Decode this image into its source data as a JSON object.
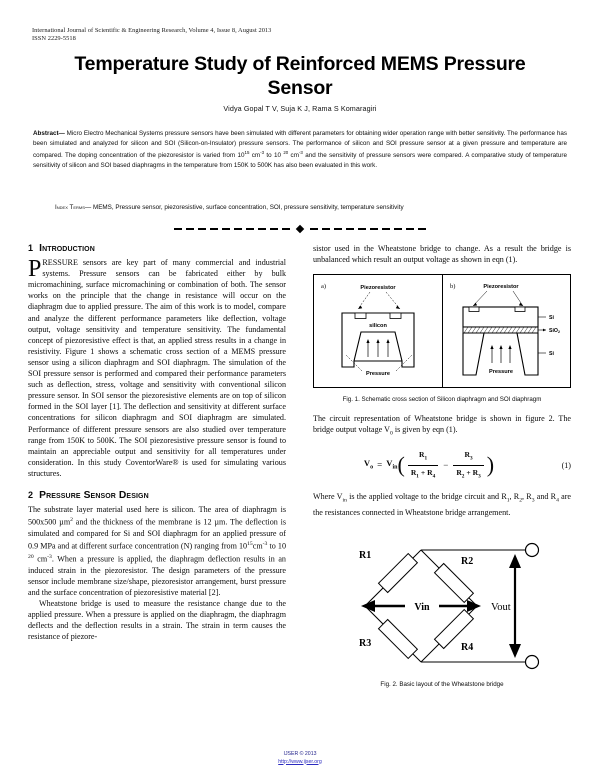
{
  "header": {
    "journal_line": "International Journal of Scientific & Engineering Research, Volume 4, Issue 8, August 2013",
    "issn": "ISSN 2229-5518"
  },
  "title": {
    "text": "Temperature Study of Reinforced MEMS Pressure Sensor",
    "authors": "Vidya Gopal T V, Suja K J, Rama S Komaragiri"
  },
  "abstract": {
    "label": "Abstract—",
    "text": " Micro Electro Mechanical Systems pressure sensors have been simulated with different parameters for obtaining wider operation range with better sensitivity. The performance has been simulated and analyzed for silicon and SOI (Silicon-on-Insulator) pressure sensors. The performance of silicon and SOI pressure sensor at a given pressure and temperature are compared. The doping concentration of the piezoresistor is varied from 10",
    "exp1": "15",
    "mid1": " cm",
    "exp2": "-3",
    "mid2": " to 10 ",
    "exp3": "20",
    "mid3": " cm",
    "exp4": "-3",
    "tail": " and the sensitivity of pressure sensors were compared. A comparative study of temperature sensitivity of silicon and SOI based diaphragms in the temperature from 150K to 500K has also been evaluated in this work."
  },
  "index_terms": {
    "label": "Index Terms—",
    "text": " MEMS, Pressure sensor, piezoresistive, surface concentration, SOI, pressure sensitivity, temperature sensitivity"
  },
  "sections": {
    "intro": {
      "number": "1",
      "title": "Introduction",
      "dropcap": "P",
      "lead": "RESSURE",
      "p1": " sensors are key part of many commercial and industrial systems. Pressure sensors can be fabricated either by bulk micromachining, surface micromachining or combination of both. The sensor works on the principle that the change in resistance will occur on the diaphragm due to applied pressure. The aim of this work is to model, compare and analyze the different performance parameters like deflection, voltage output, voltage sensitivity and temperature sensitivity. The fundamental concept of piezoresistive effect is that, an applied stress results in a change in resistivity. Figure 1 shows a schematic cross section of a MEMS pressure sensor using a silicon diaphragm and SOI diaphragm. The simulation of the SOI pressure sensor is performed and compared their performance parameters such as deflection, stress, voltage and sensitivity with conventional silicon pressure sensor. In SOI sensor the piezoresistive elements are on top of silicon formed in the SOI layer [1]. The deflection and sensitivity at different surface concentrations for silicon diaphragm and SOI diaphragm are simulated. Performance of different pressure sensors are also studied over temperature range from 150K to 500K. The SOI piezoresistive pressure sensor is found to maintain an appreciable output and sensitivity for all temperatures under consideration. In this study CoventorWare® is used for simulating various structures."
    },
    "design": {
      "number": "2",
      "title": "Pressure Sensor Design",
      "p1_a": "The substrate layer material used here is silicon. The area of diaphragm is 500x500 µm",
      "p1_sup1": "2",
      "p1_b": " and the thickness of the membrane is 12 µm. The deflection is simulated and compared for Si and SOI diaphragm for an applied pressure of 0.9 MPa and at different surface concentration (N) ranging from 10",
      "p1_sup2": "15",
      "p1_c": "cm",
      "p1_sup3": "-3",
      "p1_d": " to 10 ",
      "p1_sup4": "20",
      "p1_e": " cm",
      "p1_sup5": "-3",
      "p1_f": ". When a pressure is applied, the diaphragm deflection results in an induced strain in the piezoresistor. The design parameters of the pressure sensor include membrane size/shape, piezoresistor arrangement, burst pressure and the surface concentration of piezoresistive material [2].",
      "p2": "Wheatstone bridge is used to measure the resistance change due to the applied pressure. When a pressure is applied on the diaphragm, the diaphragm deflects and the deflection results in a strain. The strain in term causes the resistance of piezore-"
    }
  },
  "right_column": {
    "continuation": "sistor used in the Wheatstone bridge to change. As a result the bridge is unbalanced which result an output voltage as shown in eqn (1).",
    "after_fig1": "The circuit representation of Wheatstone bridge is shown in figure 2. The bridge output voltage V",
    "after_fig1_sub": "0",
    "after_fig1_tail": " is given by eqn (1).",
    "after_eqn_a": "Where V",
    "after_eqn_sub1": "in",
    "after_eqn_b": " is the applied voltage to the bridge circuit and R",
    "after_eqn_sub2": "1",
    "after_eqn_c": ", R",
    "after_eqn_sub3": "2",
    "after_eqn_d": ", R",
    "after_eqn_sub4": "3",
    "after_eqn_e": " and R",
    "after_eqn_sub5": "4",
    "after_eqn_f": " are the resistances connected in Wheatstone bridge arrangement."
  },
  "equation": {
    "lhs_v": "V",
    "lhs_sub": "o",
    "equals": "=",
    "rhs_v": "V",
    "rhs_sub": "in",
    "frac1_num": "R",
    "frac1_num_sub": "1",
    "frac1_den": "R",
    "frac1_den_sub1": "1",
    "frac1_den_plus": "+ R",
    "frac1_den_sub2": "4",
    "minus": "−",
    "frac2_num": "R",
    "frac2_num_sub": "3",
    "frac2_den": "R",
    "frac2_den_sub1": "2",
    "frac2_den_plus": "+ R",
    "frac2_den_sub2": "3",
    "number": "(1)"
  },
  "figure1": {
    "panel_a_label": "a)",
    "panel_b_label": "b)",
    "piezoresistor": "Piezoresistor",
    "silicon": "silicon",
    "pressure": "Pressure",
    "layer_si_top": "Si",
    "layer_sio2": "SiO2",
    "layer_si_bottom": "Si",
    "caption": "Fig. 1. Schematic cross section of Silicon diaphragm and SOI diaphragm"
  },
  "figure2": {
    "r1": "R1",
    "r2": "R2",
    "r3": "R3",
    "r4": "R4",
    "vin": "Vin",
    "vout": "Vout",
    "caption": "Fig. 2. Basic layout of the Wheatstone bridge"
  },
  "footer": {
    "copyright": "IJSER © 2013",
    "url": "http://www.ijser.org"
  },
  "colors": {
    "text": "#000000",
    "link": "#2a2ac0",
    "page_bg": "#ffffff"
  }
}
